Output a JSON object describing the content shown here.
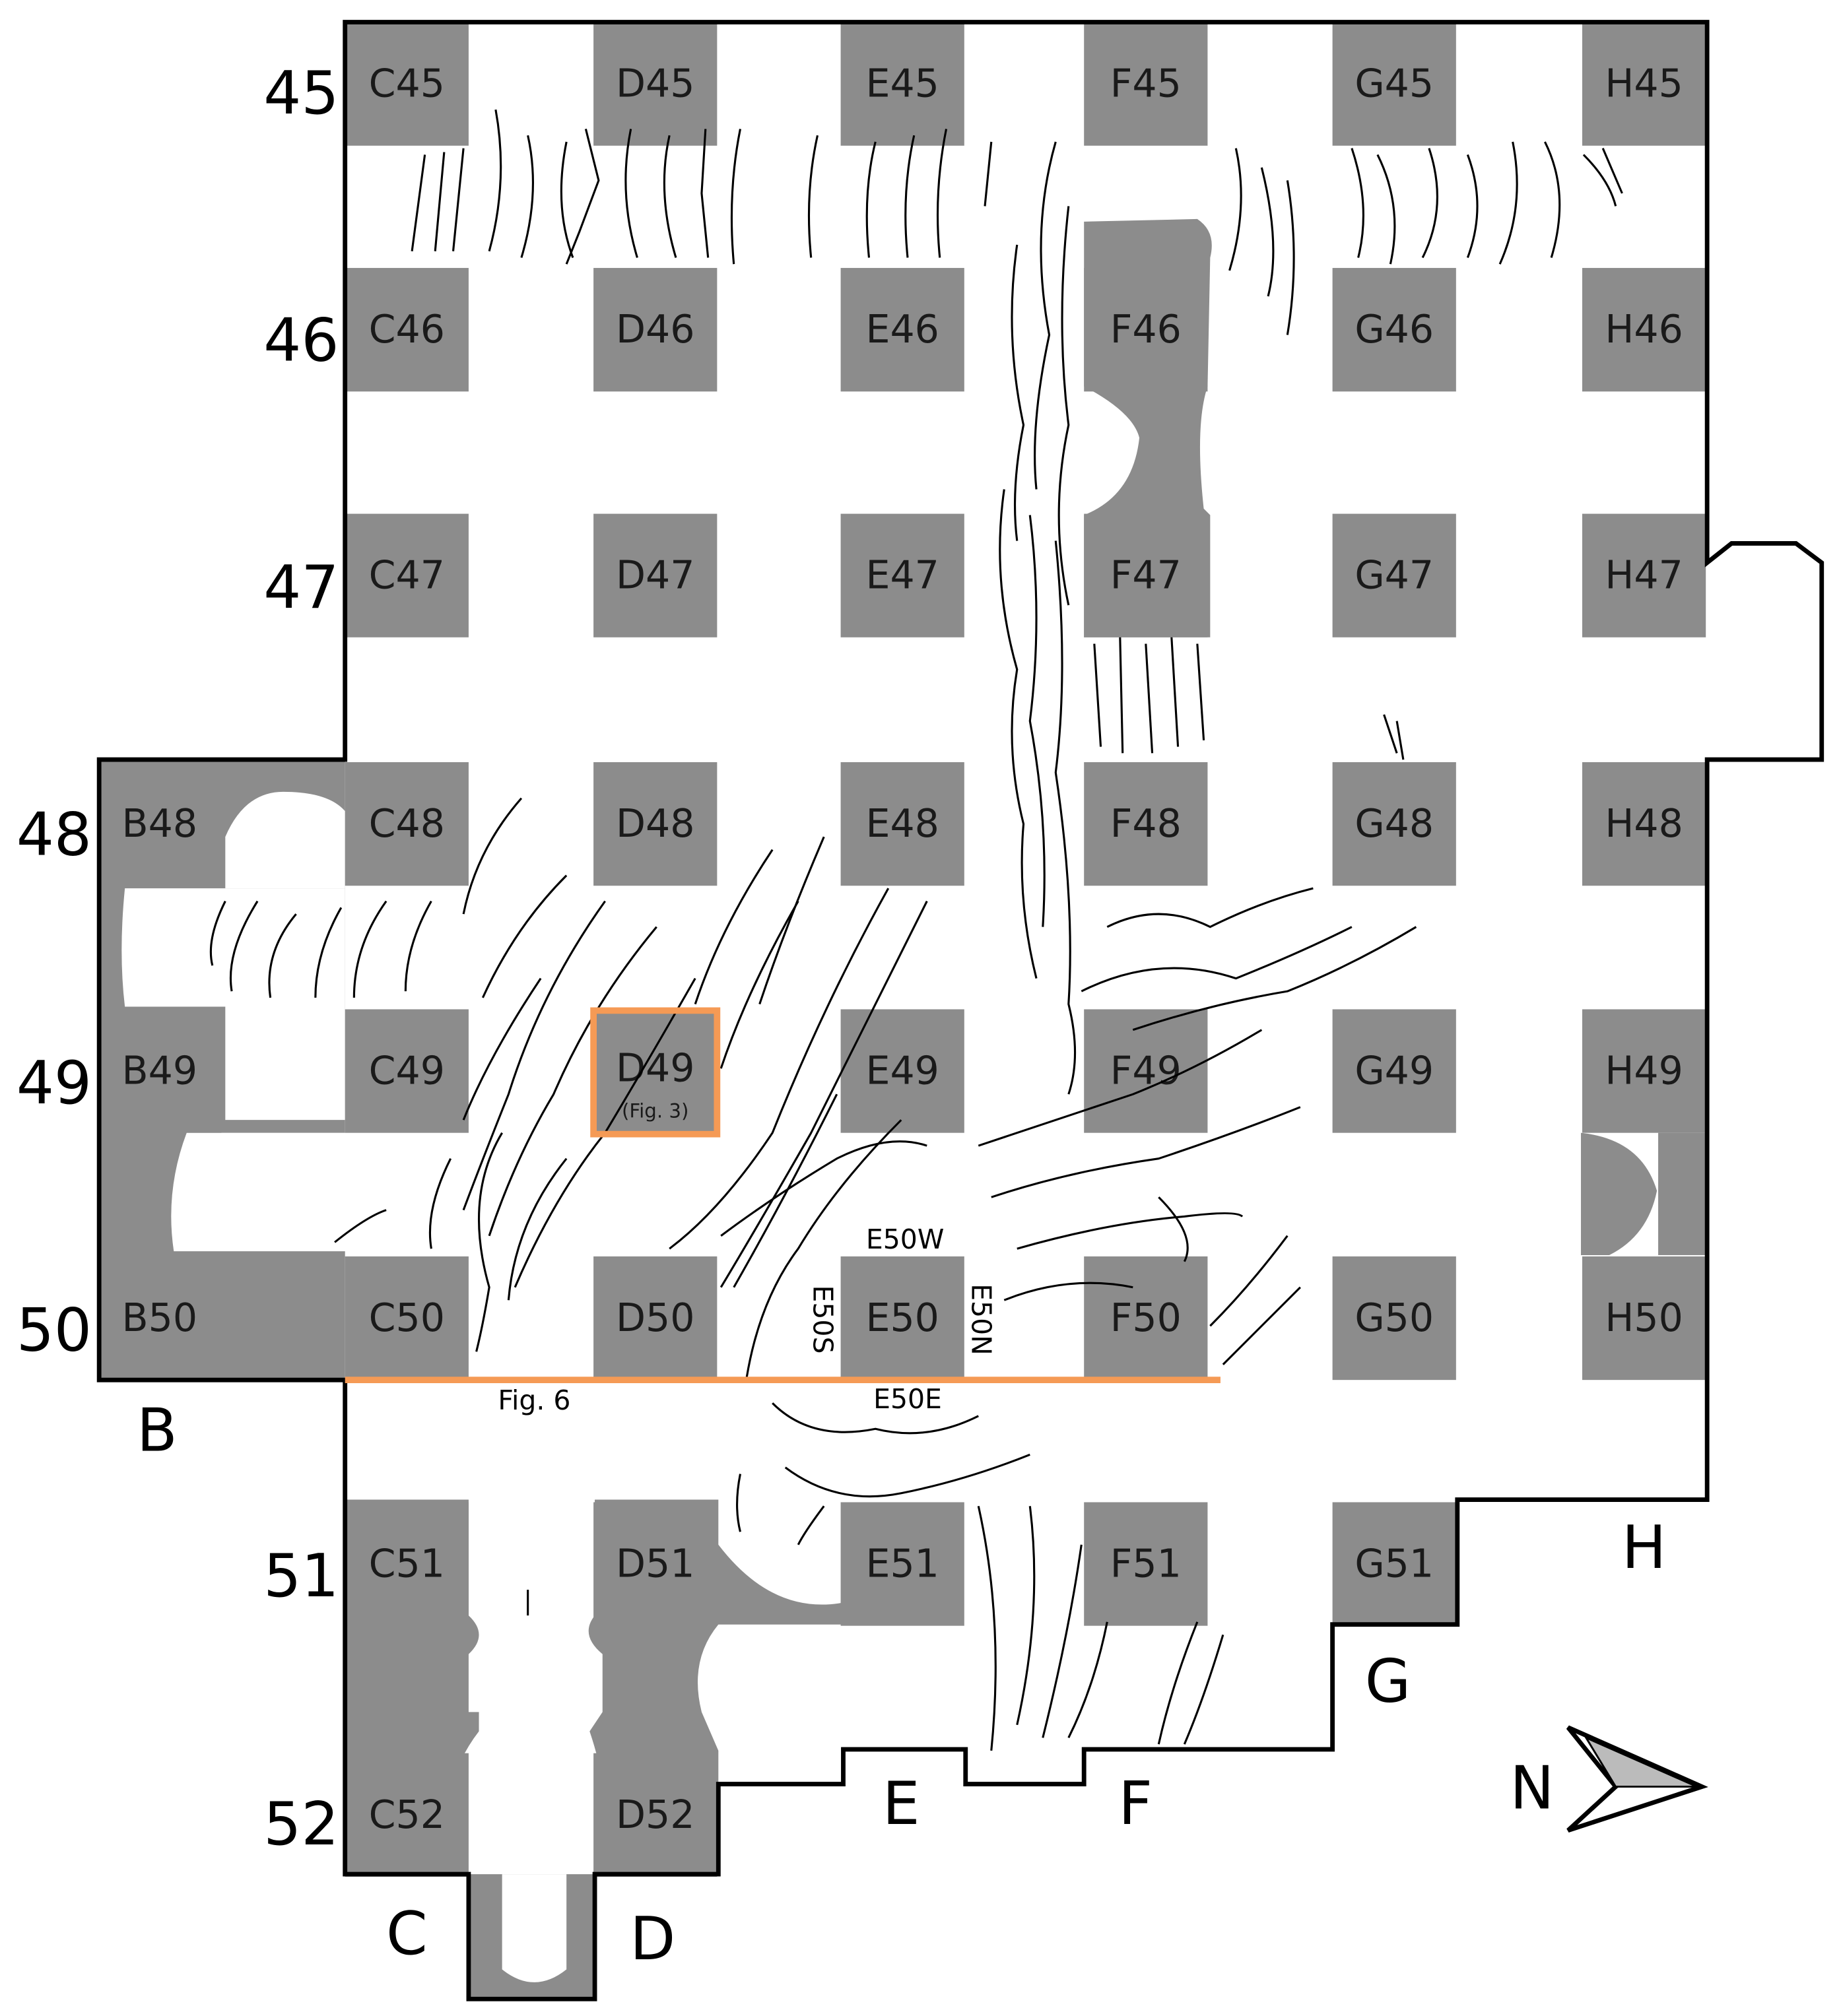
{
  "colors": {
    "pillar": "#8c8c8c",
    "highlight": "#f59a55",
    "outline": "#000000"
  },
  "pillar_rows": [
    {
      "row": "45",
      "pillars": [
        "C45",
        "D45",
        "E45",
        "F45",
        "G45",
        "H45"
      ]
    },
    {
      "row": "46",
      "pillars": [
        "C46",
        "D46",
        "E46",
        "F46",
        "G46",
        "H46"
      ]
    },
    {
      "row": "47",
      "pillars": [
        "C47",
        "D47",
        "E47",
        "F47",
        "G47",
        "H47"
      ]
    },
    {
      "row": "48",
      "pillars": [
        "B48",
        "C48",
        "D48",
        "E48",
        "F48",
        "G48",
        "H48"
      ]
    },
    {
      "row": "49",
      "pillars": [
        "B49",
        "C49",
        "D49",
        "E49",
        "F49",
        "G49",
        "H49"
      ]
    },
    {
      "row": "50",
      "pillars": [
        "B50",
        "C50",
        "D50",
        "E50",
        "F50",
        "G50",
        "H50"
      ]
    },
    {
      "row": "51",
      "pillars": [
        "C51",
        "D51",
        "E51",
        "F51",
        "G51"
      ]
    },
    {
      "row": "52",
      "pillars": [
        "C52",
        "D52"
      ]
    }
  ],
  "row_labels": [
    "45",
    "46",
    "47",
    "48",
    "49",
    "50",
    "51",
    "52"
  ],
  "column_labels": {
    "B": "B",
    "C": "C",
    "D": "D",
    "E": "E",
    "F": "F",
    "G": "G",
    "H": "H"
  },
  "annotations": {
    "d49_note": "(Fig. 3)",
    "fig6": "Fig. 6",
    "e50w": "E50W",
    "e50s": "E50S",
    "e50n": "E50N",
    "e50e": "E50E"
  },
  "compass": {
    "label": "N"
  }
}
